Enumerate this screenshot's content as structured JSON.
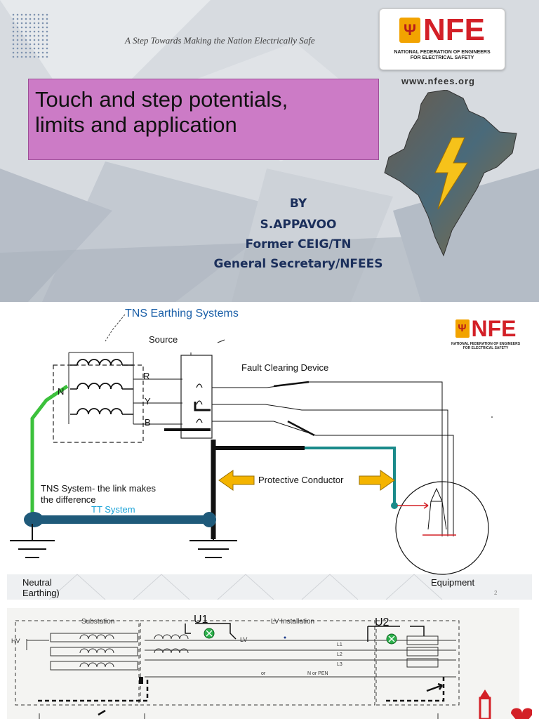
{
  "slide1": {
    "tagline": "A Step Towards Making the Nation Electrically Safe",
    "logo": {
      "word": "NFE",
      "subtitle_line1": "NATIONAL FEDERATION OF ENGINEERS",
      "subtitle_line2": "FOR ELECTRICAL SAFETY"
    },
    "website": "www.nfees.org",
    "title_line1": "Touch and step potentials,",
    "title_line2": "limits and application",
    "by": "BY",
    "author": "S.APPAVOO",
    "role1": "Former CEIG/TN",
    "role2": "General Secretary/NFEES"
  },
  "slide2": {
    "title": "TNS Earthing Systems",
    "source": "Source",
    "fault_device": "Fault Clearing Device",
    "phase_r": "R",
    "phase_y": "Y",
    "phase_b": "B",
    "neutral": "N",
    "protective_conductor": "Protective Conductor",
    "tns_note_line1": "TNS System- the link makes",
    "tns_note_line2": "the difference",
    "tt_system": "TT System",
    "neutral_earthing_line1": "Neutral",
    "neutral_earthing_line2": "Earthing)",
    "equipment": "Equipment",
    "page_number": "2",
    "logo": {
      "word": "NFE",
      "subtitle_line1": "NATIONAL FEDERATION OF ENGINEERS",
      "subtitle_line2": "FOR ELECTRICAL SAFETY"
    }
  },
  "slide3": {
    "substation": "Substation",
    "lv_installation": "LV Installation",
    "u1": "U1",
    "u2": "U2",
    "hv": "HV",
    "lv": "LV",
    "l1": "L1",
    "l2": "L2",
    "l3": "L3",
    "or": "or",
    "n_or_pen": "N or PEN"
  },
  "colors": {
    "title_box": "#cc7bc6",
    "byline": "#1b2f5b",
    "logo_red": "#d32027",
    "green_conductor": "#3cc13c",
    "teal_conductor": "#1a8a8a",
    "tt_bar": "#1f5a7a",
    "arrow_orange": "#f4b400",
    "tt_label": "#1ba3d8"
  }
}
